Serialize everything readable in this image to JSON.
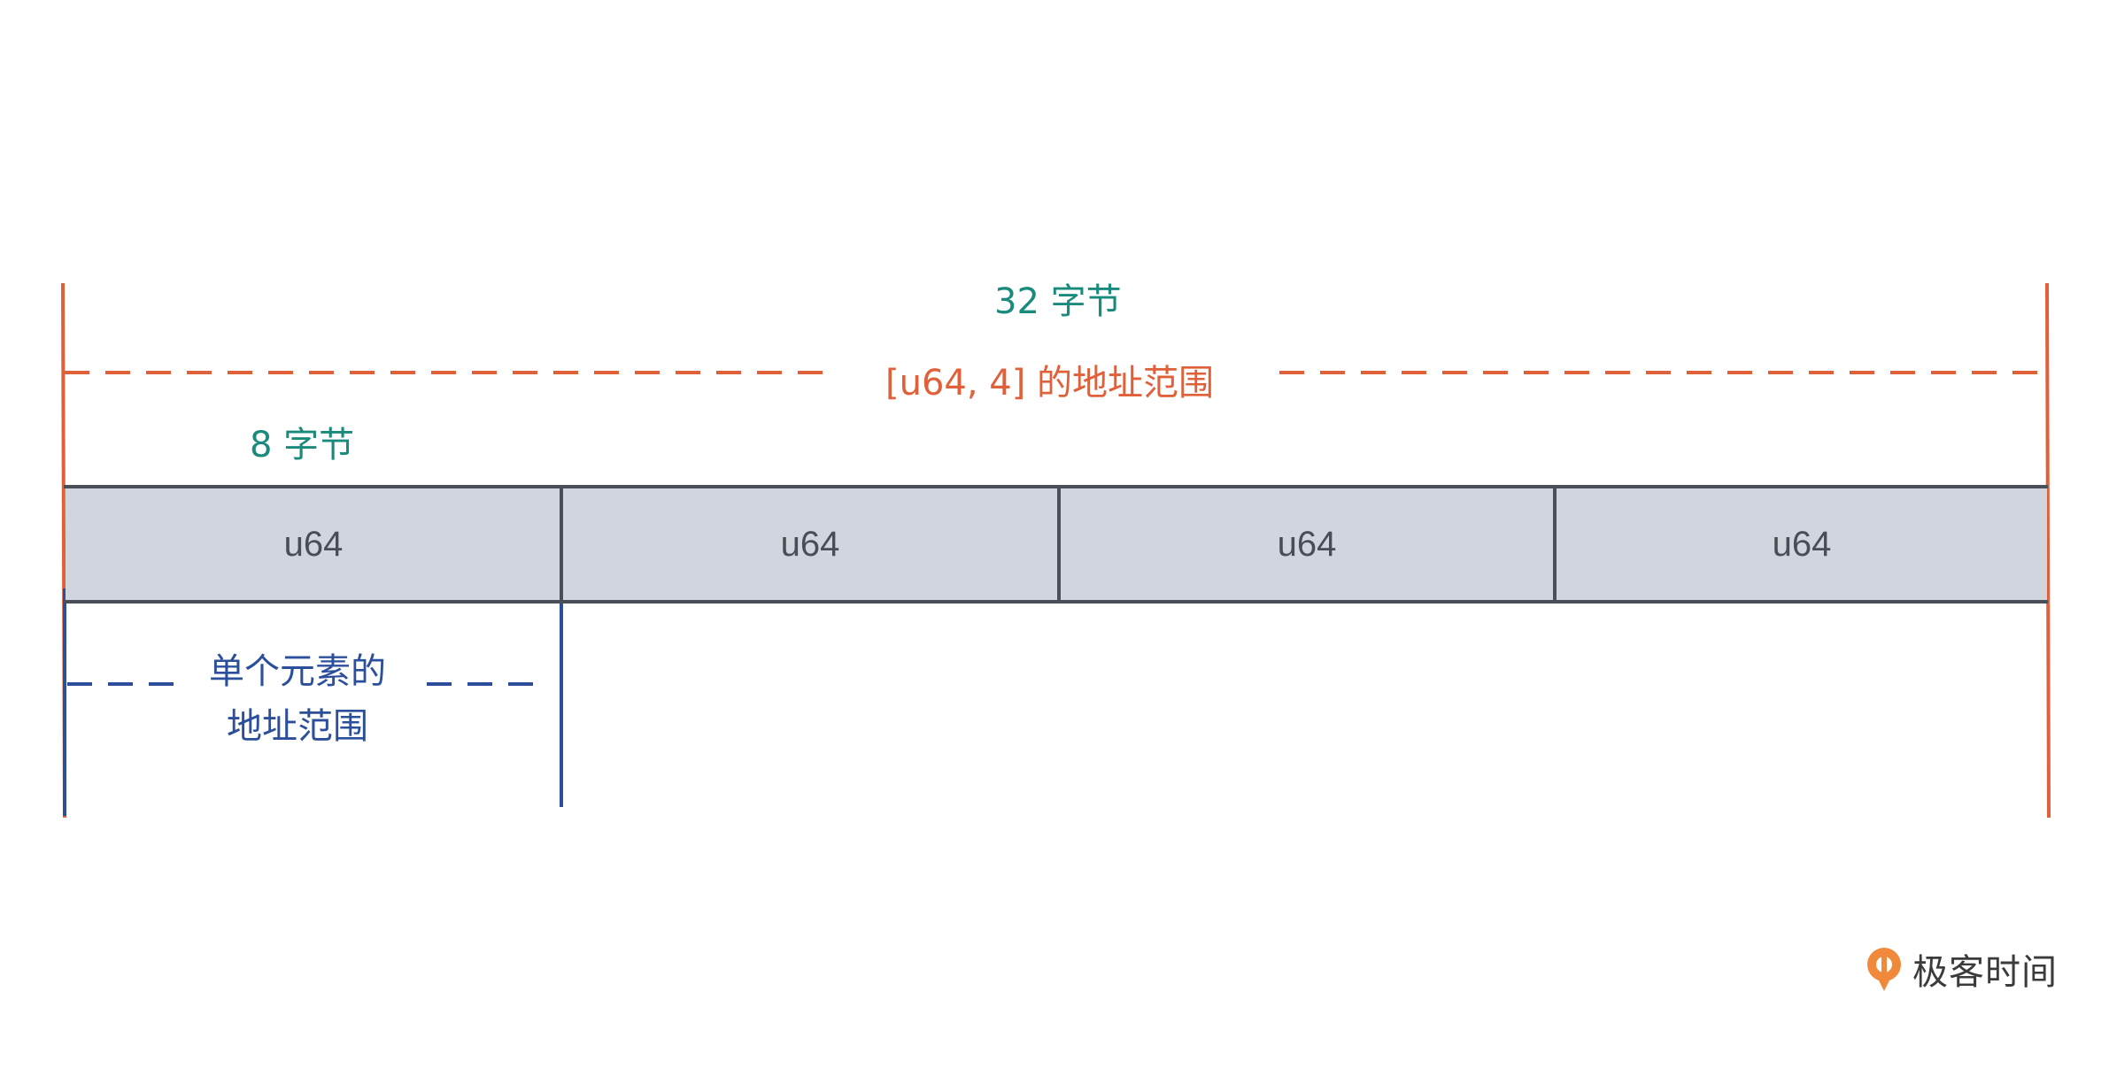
{
  "total_size_label": "32 字节",
  "array_range_label": "[u64, 4] 的地址范围",
  "element_size_label": "8 字节",
  "cells": [
    {
      "label": "u64"
    },
    {
      "label": "u64"
    },
    {
      "label": "u64"
    },
    {
      "label": "u64"
    }
  ],
  "element_range_label_line1": "单个元素的",
  "element_range_label_line2": "地址范围",
  "brand": "极客时间",
  "colors": {
    "total": "#1a8a7d",
    "array_range": "#e0603a",
    "element_range": "#2c4f9b",
    "cell_fill": "#d1d6de",
    "cell_border": "#4a4e57"
  }
}
